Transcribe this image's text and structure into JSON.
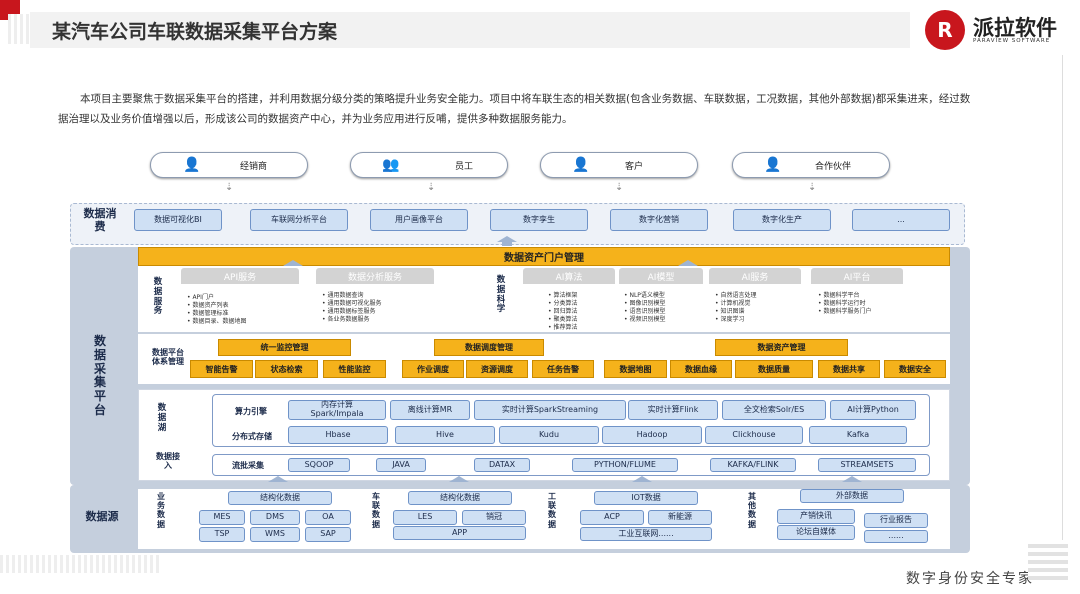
{
  "page": {
    "title": "某汽车公司车联数据采集平台方案",
    "footer": "数字身份安全专家",
    "intro": "本项目主要聚焦于数据采集平台的搭建，并利用数据分级分类的策略提升业务安全能力。项目中将车联生态的相关数据(包含业务数据、车联数据，工况数据，其他外部数据)都采集进来，经过数据治理以及业务价值增强以后，形成该公司的数据资产中心，并为业务应用进行反哺，提供多种数据服务能力。"
  },
  "logo": {
    "name": "派拉软件",
    "sub": "PARAVIEW SOFTWARE"
  },
  "users": [
    "经销商",
    "员工",
    "客户",
    "合作伙伴"
  ],
  "consume": {
    "label": "数据消费",
    "items": [
      "数据可视化BI",
      "车联网分析平台",
      "用户画像平台",
      "数字孪生",
      "数字化营销",
      "数字化生产",
      "..."
    ]
  },
  "platform": {
    "label": "数据采集平台",
    "portal": "数据资产门户管理",
    "service": {
      "label": "数据服务",
      "api": "API服务",
      "api_items": [
        "API门户",
        "数据资产列表",
        "数据管理标准",
        "数据目录、数据地图"
      ],
      "analysis": "数据分析服务",
      "analysis_items": [
        "通用数据查询",
        "通用数据可视化服务",
        "通用数据标签服务",
        "各业务数据服务"
      ]
    },
    "science": {
      "label": "数据科学",
      "tabs": [
        "AI算法",
        "AI模型",
        "AI服务",
        "AI平台"
      ],
      "cols": [
        [
          "算法框架",
          "分类算法",
          "回归算法",
          "聚类算法",
          "推荐算法"
        ],
        [
          "NLP语义模型",
          "图像识别模型",
          "语音识别模型",
          "视频识别模型"
        ],
        [
          "自然语言处理",
          "计算机视觉",
          "知识图谱",
          "深度学习"
        ],
        [
          "数据科学平台",
          "数据科学运行时",
          "数据科学服务门户"
        ]
      ]
    },
    "mgmt": {
      "label": "数据平台体系管理",
      "heads": [
        "统一监控管理",
        "数据调度管理",
        "数据资产管理"
      ],
      "items": [
        "智能告警",
        "状态检索",
        "性能监控",
        "作业调度",
        "资源调度",
        "任务告警",
        "数据地图",
        "数据血缘",
        "数据质量",
        "数据共享",
        "数据安全"
      ]
    },
    "lake": {
      "label": "数据湖",
      "compute_label": "算力引擎",
      "compute": [
        "内存计算 Spark/Impala",
        "离线计算MR",
        "实时计算SparkStreaming",
        "实时计算Flink",
        "全文检索Solr/ES",
        "AI计算Python"
      ],
      "storage_label": "分布式存储",
      "storage": [
        "Hbase",
        "Hive",
        "Kudu",
        "Hadoop",
        "Clickhouse",
        "Kafka"
      ]
    },
    "ingest": {
      "label": "数据接入",
      "stream_label": "流批采集",
      "items": [
        "SQOOP",
        "JAVA",
        "DATAX",
        "PYTHON/FLUME",
        "KAFKA/FLINK",
        "STREAMSETS"
      ]
    }
  },
  "source": {
    "label": "数据源",
    "groups": [
      {
        "label": "业务数据",
        "head": "结构化数据",
        "items": [
          "MES",
          "DMS",
          "OA",
          "TSP",
          "WMS",
          "SAP"
        ]
      },
      {
        "label": "车联数据",
        "head": "结构化数据",
        "items": [
          "LES",
          "销冠",
          "APP"
        ]
      },
      {
        "label": "工联数据",
        "head": "IOT数据",
        "items": [
          "ACP",
          "新能源",
          "工业互联网......"
        ]
      },
      {
        "label": "其他数据",
        "head": "外部数据",
        "items": [
          "产销快讯",
          "论坛自媒体",
          "行业报告",
          "......"
        ]
      }
    ]
  }
}
